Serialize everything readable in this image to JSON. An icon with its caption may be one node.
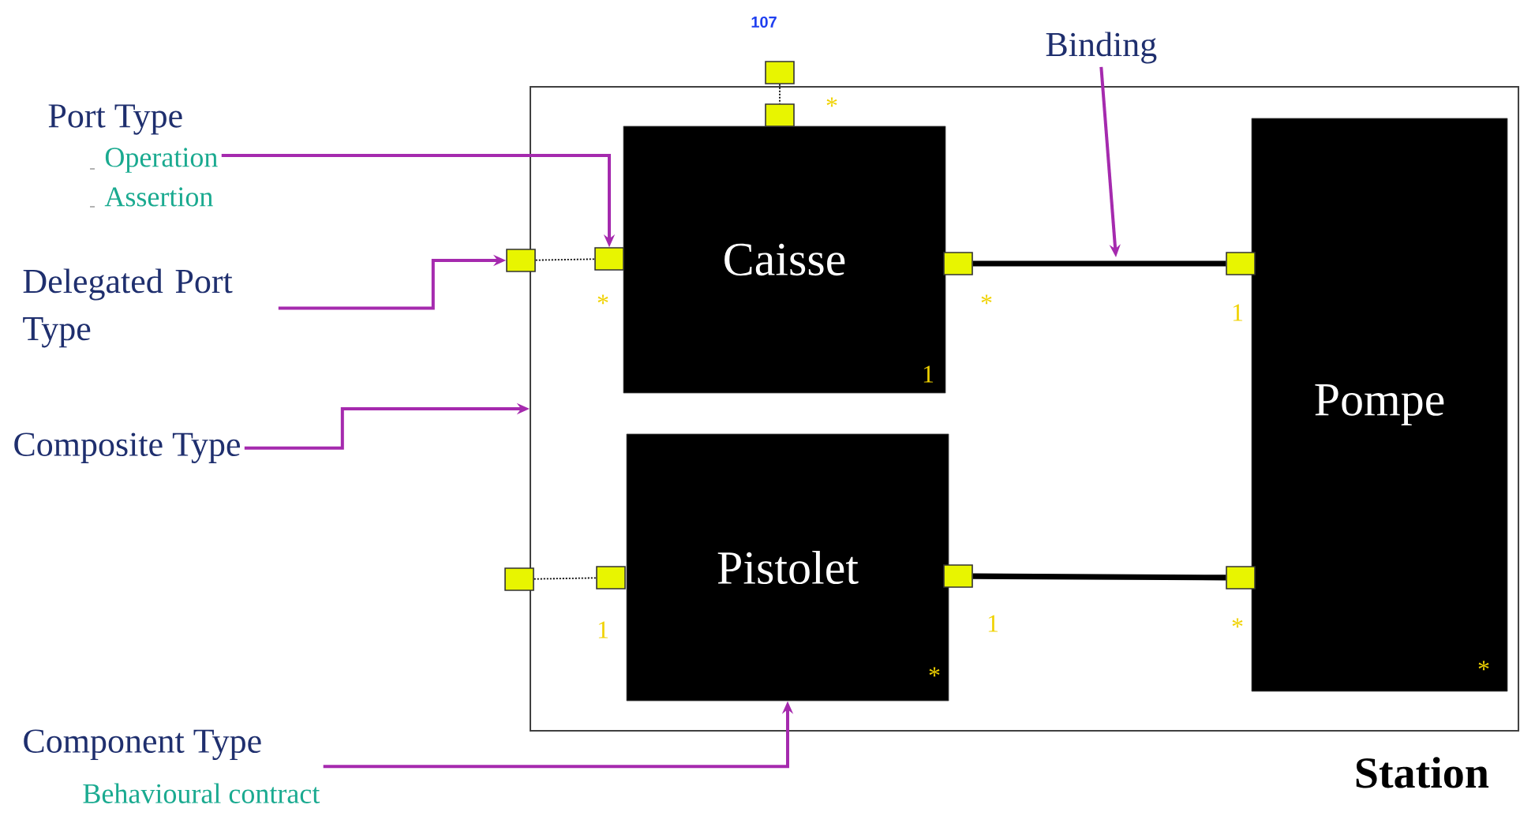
{
  "diagram": {
    "nodes": [
      {
        "text": [
          "Station"
        ]
      },
      {
        "text": [
          "Caisse",
          "1"
        ],
        "in": 0
      },
      {
        "text": [
          "Pistolet",
          "*"
        ],
        "in": 0
      },
      {
        "text": [
          "Pompe",
          "*"
        ],
        "in": 0
      },
      {
        "text": [],
        "shape": "box"
      },
      {
        "text": [],
        "shape": "box",
        "in": 0,
        "beside": [
          "*"
        ]
      },
      {
        "text": [],
        "shape": "box"
      },
      {
        "text": [],
        "shape": "box",
        "in": 0,
        "beside": [
          "*"
        ]
      },
      {
        "text": [],
        "shape": "box",
        "in": 0,
        "beside": [
          "*"
        ]
      },
      {
        "text": [],
        "shape": "box",
        "in": 0
      },
      {
        "text": [],
        "shape": "box"
      },
      {
        "text": [],
        "shape": "box",
        "in": 0,
        "beside": [
          "1"
        ]
      },
      {
        "text": [],
        "shape": "box",
        "in": 0,
        "beside": [
          "1"
        ]
      },
      {
        "text": [],
        "shape": "box",
        "in": 0
      },
      {
        "text": [
          "Port Type",
          "Operation",
          "Assertion"
        ]
      },
      {
        "text": [
          "Delegated Port Type"
        ]
      },
      {
        "text": [
          "Composite Type"
        ]
      },
      {
        "text": [
          "Component Type",
          "Behavioural contract"
        ]
      },
      {
        "text": [
          "Binding"
        ]
      }
    ],
    "edges": [
      {
        "from": 4,
        "to": 5,
        "arrow": "none",
        "style": "dashed",
        "color": "#000000"
      },
      {
        "from": 6,
        "to": 7,
        "arrow": "none",
        "style": "dashed",
        "color": "#000000"
      },
      {
        "from": 10,
        "to": 11,
        "arrow": "none",
        "style": "dashed",
        "color": "#000000"
      },
      {
        "from": 8,
        "to": 9,
        "arrow": "none",
        "style": "thick",
        "color": "#000000"
      },
      {
        "from": 12,
        "to": 13,
        "arrow": "none",
        "style": "thick",
        "color": "#000000"
      },
      {
        "from": 14,
        "to": 7,
        "arrow": "to",
        "color": "#a52aae"
      },
      {
        "from": 15,
        "to": 6,
        "arrow": "to",
        "color": "#a52aae"
      },
      {
        "from": 16,
        "to": 0,
        "arrow": "to",
        "color": "#a52aae"
      },
      {
        "from": 17,
        "to": 2,
        "arrow": "to",
        "color": "#a52aae"
      },
      {
        "from": 18,
        "to": null,
        "arrow": "to",
        "color": "#a52aae"
      }
    ],
    "labels": [
      "107",
      "1",
      "*"
    ]
  }
}
